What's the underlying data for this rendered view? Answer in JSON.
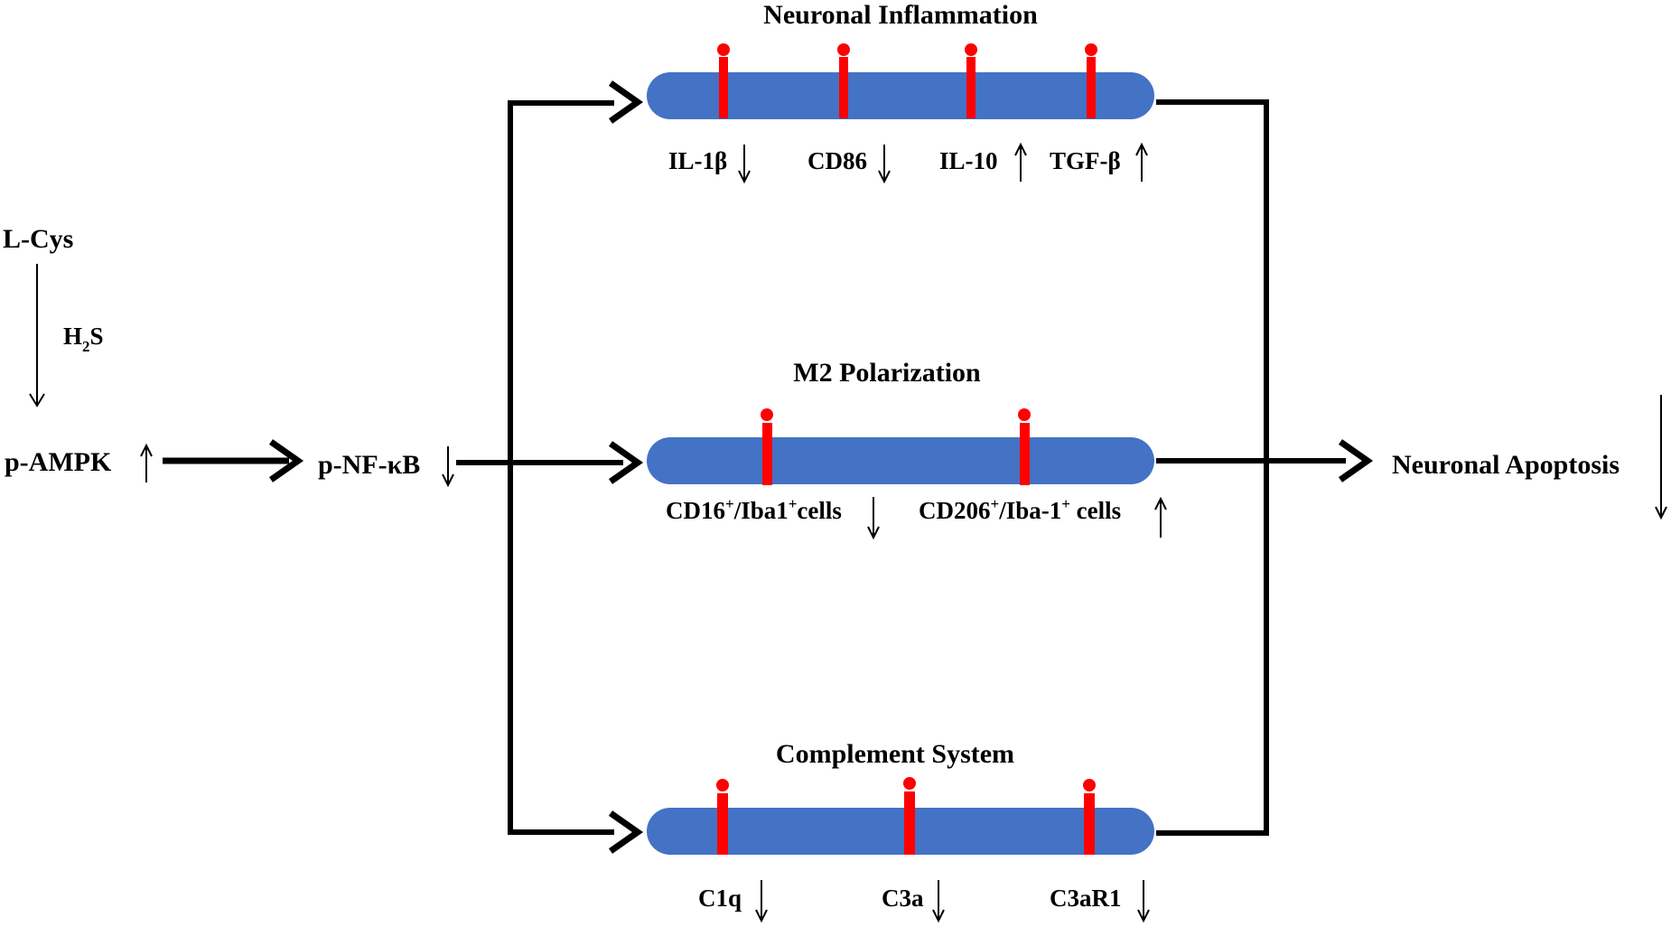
{
  "colors": {
    "bar": "#4472C4",
    "marker": "#FF0000",
    "line": "#000000",
    "background": "#FFFFFF"
  },
  "left": {
    "lcys": "L-Cys",
    "h2s_base": "H",
    "h2s_sub": "2",
    "h2s_end": "S",
    "pampk": "p-AMPK",
    "pnfkb": "p-NF-κB"
  },
  "pathways": [
    {
      "title": "Neuronal Inflammation",
      "markers": [
        "IL-1β",
        "CD86",
        "IL-10",
        "TGF-β"
      ],
      "directions": [
        "down",
        "down",
        "up",
        "up"
      ]
    },
    {
      "title": "M2 Polarization",
      "markers": [
        "CD16+/Iba1+cells",
        "CD206+/Iba-1+ cells"
      ],
      "directions": [
        "down",
        "up"
      ],
      "marker_parts": {
        "a1": "CD16",
        "a2": "+",
        "a3": "/Iba1",
        "a4": "+",
        "a5": "cells",
        "b1": "CD206",
        "b2": "+",
        "b3": "/Iba-1",
        "b4": "+",
        "b5": " cells"
      }
    },
    {
      "title": "Complement System",
      "markers": [
        "C1q",
        "C3a",
        "C3aR1"
      ],
      "directions": [
        "down",
        "down",
        "down"
      ]
    }
  ],
  "outcome": {
    "label": "Neuronal Apoptosis",
    "direction": "down"
  }
}
